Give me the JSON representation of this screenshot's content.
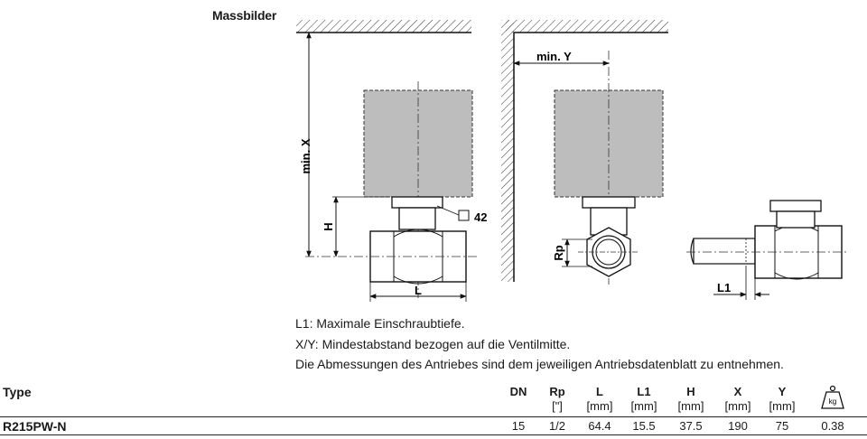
{
  "section_title": "Massbilder",
  "drawing": {
    "label_min_x": "min. X",
    "label_min_y": "min. Y",
    "label_h": "H",
    "label_l": "L",
    "label_42": "42",
    "label_rp": "Rp",
    "label_l1": "L1"
  },
  "notes": [
    "L1: Maximale Einschraubtiefe.",
    "X/Y: Mindestabstand bezogen auf die Ventilmitte.",
    "Die Abmessungen des Antriebes sind dem jeweiligen Antriebsdatenblatt zu entnehmen."
  ],
  "table": {
    "type_header": "Type",
    "columns": [
      {
        "title": "DN",
        "unit": ""
      },
      {
        "title": "Rp",
        "unit": "[\"]"
      },
      {
        "title": "L",
        "unit": "[mm]"
      },
      {
        "title": "L1",
        "unit": "[mm]"
      },
      {
        "title": "H",
        "unit": "[mm]"
      },
      {
        "title": "X",
        "unit": "[mm]"
      },
      {
        "title": "Y",
        "unit": "[mm]"
      },
      {
        "title": "",
        "unit": "",
        "icon": "weight-kg-icon",
        "icon_text": "kg"
      }
    ],
    "rows": [
      {
        "type": "R215PW-N",
        "values": [
          "15",
          "1/2",
          "64.4",
          "15.5",
          "37.5",
          "190",
          "75",
          "0.38"
        ]
      }
    ]
  }
}
